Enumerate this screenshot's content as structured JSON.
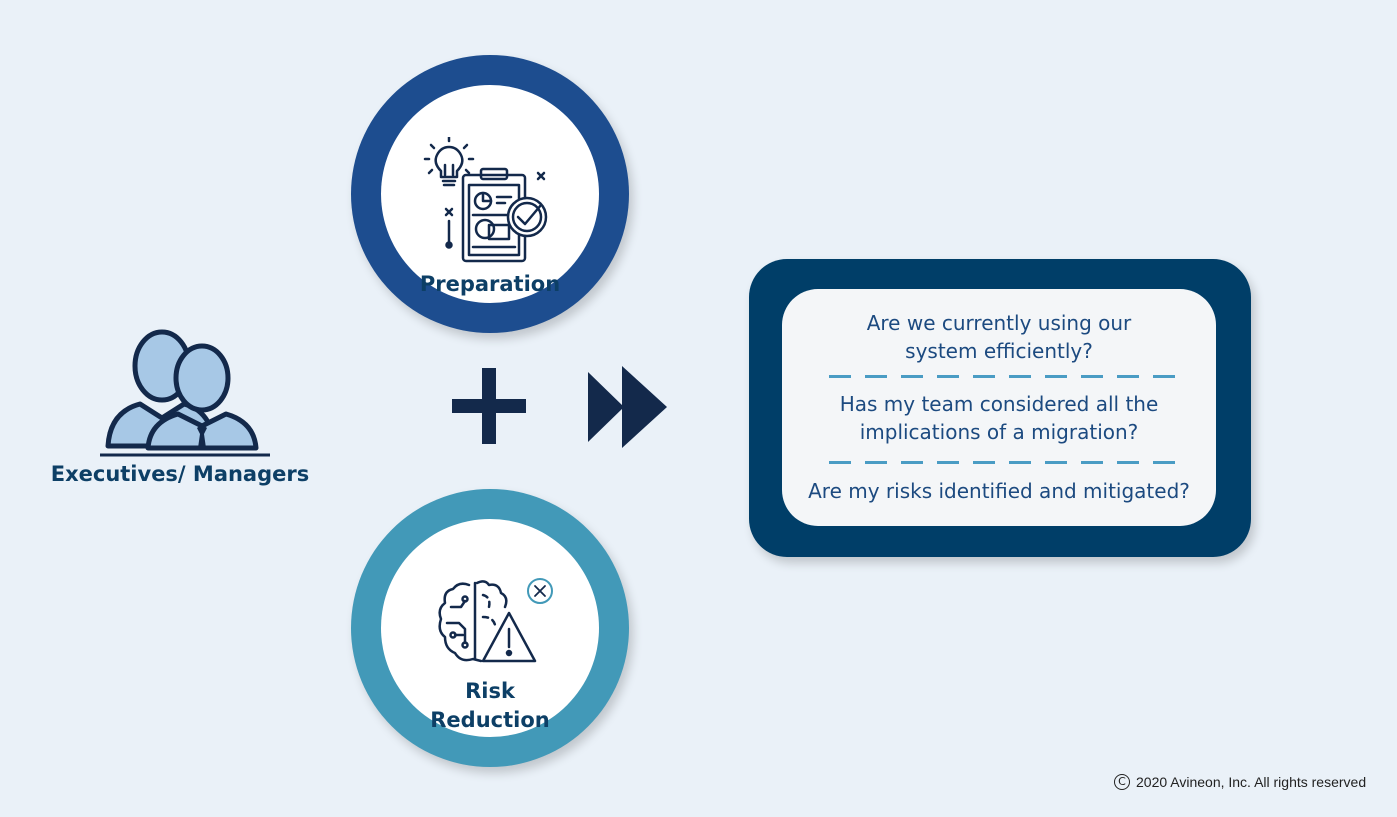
{
  "audience": {
    "label": "Executives/ Managers",
    "icon": "two-people-icon"
  },
  "pillars": [
    {
      "label": "Preparation",
      "icon": "planning-clipboard-icon",
      "ring_color": "#1d4d8f"
    },
    {
      "label_line1": "Risk",
      "label_line2": "Reduction",
      "icon": "brain-warning-icon",
      "ring_color": "#4299b8"
    }
  ],
  "connectors": {
    "plus_icon": "plus-icon",
    "arrow_icon": "fast-forward-icon"
  },
  "questions": [
    {
      "line1": "Are we currently using our",
      "line2": "system efficiently?"
    },
    {
      "line1": "Has my team considered all the",
      "line2": "implications of a migration?"
    },
    {
      "line1": "Are my risks identified and mitigated?"
    }
  ],
  "footer": {
    "copyright_symbol": "C",
    "text": "2020 Avineon, Inc. All rights reserved"
  },
  "colors": {
    "background": "#eaf1f8",
    "navy": "#003e68",
    "dark_navy": "#13294b",
    "accent_blue": "#4a9cc4",
    "person_fill": "#a7c8e6"
  }
}
